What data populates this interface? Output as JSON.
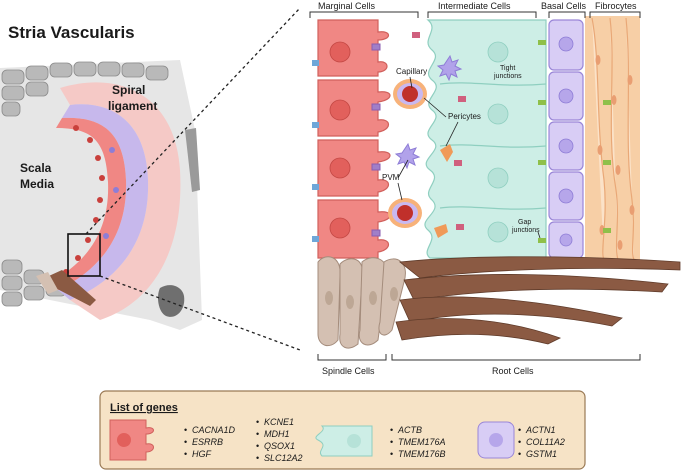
{
  "figure": {
    "title": "Stria Vascularis",
    "overview_labels": {
      "spiral_ligament": [
        "Spiral",
        "ligament"
      ],
      "scala_media": [
        "Scala",
        "Media"
      ]
    },
    "column_headers": [
      "Marginal Cells",
      "Intermediate Cells",
      "Basal Cells",
      "Fibrocytes"
    ],
    "bottom_labels": [
      "Spindle Cells",
      "Root Cells"
    ],
    "annotations": {
      "capillary": "Capillary",
      "tight_junctions": [
        "Tight",
        "junctions"
      ],
      "pericytes": "Pericytes",
      "pvm": "PVM",
      "gap_junctions": [
        "Gap",
        "junctions"
      ]
    },
    "gene_panel": {
      "title": "List of genes",
      "marginal_genes_a": [
        "CACNA1D",
        "ESRRB",
        "HGF"
      ],
      "marginal_genes_b": [
        "KCNE1",
        "MDH1",
        "QSOX1",
        "SLC12A2"
      ],
      "intermediate_genes": [
        "ACTB",
        "TMEM176A",
        "TMEM176B"
      ],
      "basal_genes": [
        "ACTN1",
        "COL11A2",
        "GSTM1"
      ]
    },
    "colors": {
      "marginal": "#f08784",
      "intermediate": "#cdeee6",
      "basal": "#d8cdf5",
      "fibrocyte": "#f7cfa6",
      "root": "#8b5a43",
      "spindle": "#d4c0b2",
      "panel": "#f6e3c6"
    }
  }
}
